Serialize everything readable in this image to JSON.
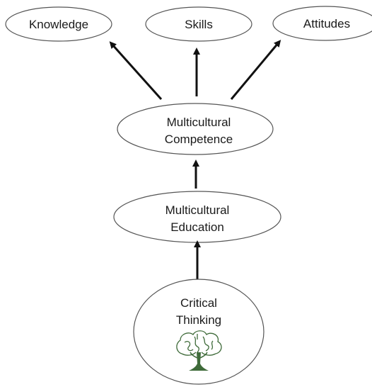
{
  "diagram": {
    "nodes": {
      "knowledge": {
        "label": "Knowledge"
      },
      "skills": {
        "label": "Skills"
      },
      "attitudes": {
        "label": "Attitudes"
      },
      "competence": {
        "line1": "Multicultural",
        "line2": "Competence"
      },
      "education": {
        "line1": "Multicultural",
        "line2": "Education"
      },
      "critical": {
        "line1": "Critical",
        "line2": "Thinking",
        "icon": "brain-tree-icon"
      }
    },
    "edges": [
      {
        "from": "critical",
        "to": "education"
      },
      {
        "from": "education",
        "to": "competence"
      },
      {
        "from": "competence",
        "to": "knowledge"
      },
      {
        "from": "competence",
        "to": "skills"
      },
      {
        "from": "competence",
        "to": "attitudes"
      }
    ],
    "colors": {
      "stroke": "#555555",
      "arrow": "#111111",
      "text": "#1a1a1a",
      "tree": "#3f6b3a"
    }
  }
}
